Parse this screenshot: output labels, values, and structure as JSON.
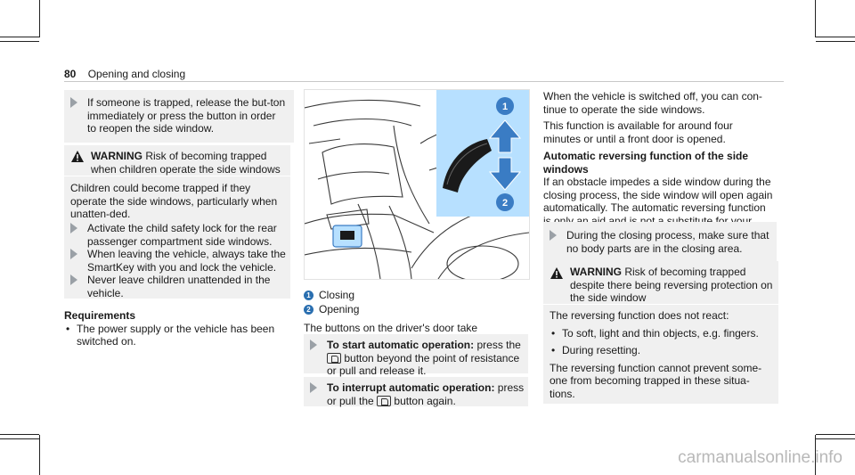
{
  "header": {
    "page_number": "80",
    "section": "Opening and closing"
  },
  "left": {
    "intro_action": "If someone is trapped, release the but-ton immediately or press the button in order to reopen the side window.",
    "warning": {
      "label": "WARNING",
      "title_rest": "Risk of becoming trapped when children operate the side windows",
      "body": "Children could become trapped if they operate the side windows, particularly when unatten-ded.",
      "actions": [
        "Activate the child safety lock for the rear passenger compartment side windows.",
        "When leaving the vehicle, always take the SmartKey with you and lock the vehicle.",
        "Never leave children unattended in the vehicle."
      ]
    },
    "requirements_heading": "Requirements",
    "requirements": [
      "The power supply or the vehicle has been switched on."
    ]
  },
  "middle": {
    "legend": [
      {
        "num": "1",
        "label": "Closing"
      },
      {
        "num": "2",
        "label": "Opening"
      }
    ],
    "precedence": "The buttons on the driver's door take precedence.",
    "step1": {
      "title": "To start automatic operation:",
      "pre": "press the",
      "post": "button beyond the point of resistance or pull and release it."
    },
    "step2": {
      "title": "To interrupt automatic operation:",
      "pre": "press or pull the",
      "post": "button again."
    }
  },
  "right": {
    "para1": "When the vehicle is switched off, you can con-tinue to operate the side windows.",
    "para2": "This function is available for around four minutes or until a front door is opened.",
    "reversing_heading": "Automatic reversing function of the side windows",
    "reversing_body": "If an obstacle impedes a side window during the closing process, the side window will open again automatically. The automatic reversing function is only an aid and is not a substitute for your atten-tiveness.",
    "reversing_action": "During the closing process, make sure that no body parts are in the closing area.",
    "warning": {
      "label": "WARNING",
      "title_rest": "Risk of becoming trapped despite there being reversing protection on the side window",
      "intro": "The reversing function does not react:",
      "bullets": [
        "To soft, light and thin objects, e.g. fingers.",
        "During resetting."
      ],
      "outro": "The reversing function cannot prevent some-one from becoming trapped in these situa-tions."
    }
  },
  "footer": {
    "watermark": "carmanualsonline.info"
  },
  "colors": {
    "accent": "#2a6fb0",
    "highlight": "#b7e0ff",
    "arrow_blue": "#3a7cc4"
  }
}
